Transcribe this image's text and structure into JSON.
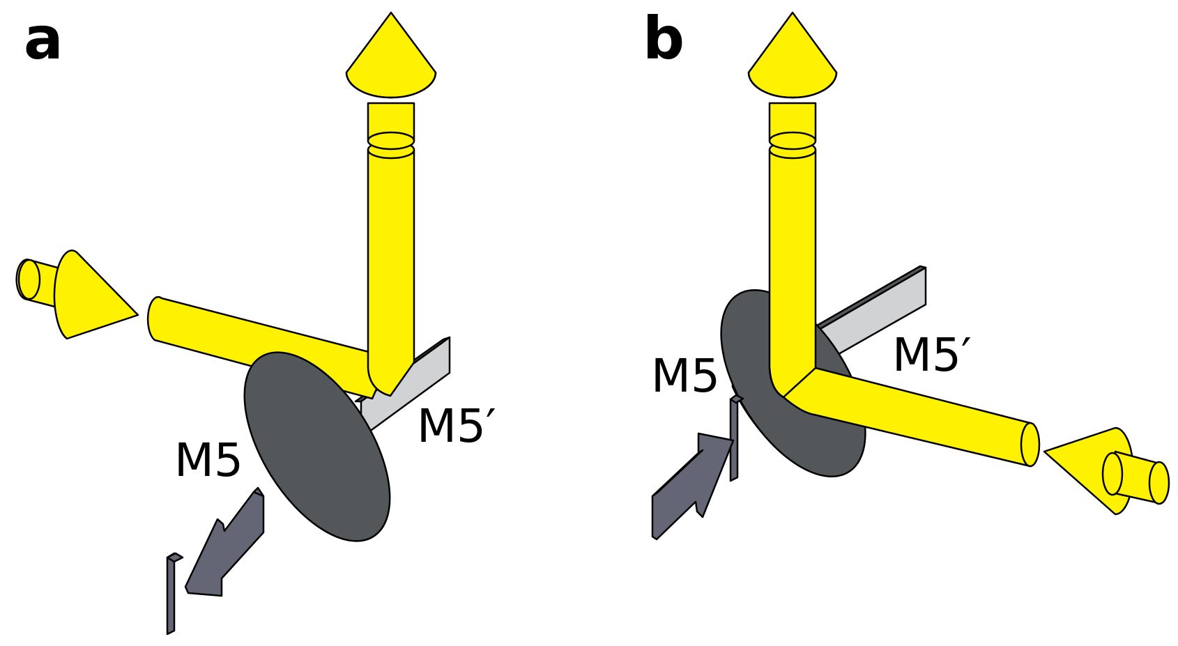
{
  "panels": [
    {
      "letter": "a",
      "mirror_labels": {
        "m5": "M5",
        "m5_prime": "M5′"
      }
    },
    {
      "letter": "b",
      "mirror_labels": {
        "m5": "M5",
        "m5_prime": "M5′"
      }
    }
  ],
  "colors": {
    "beam": "#fff200",
    "mirror_face": "#53575a",
    "mirror_rim": "#d0d2d3",
    "pusher": "#646675",
    "outline": "#000000"
  },
  "icons": {
    "beam_arrow": "yellow-cone-arrow",
    "pusher": "push-arrow-icon"
  }
}
